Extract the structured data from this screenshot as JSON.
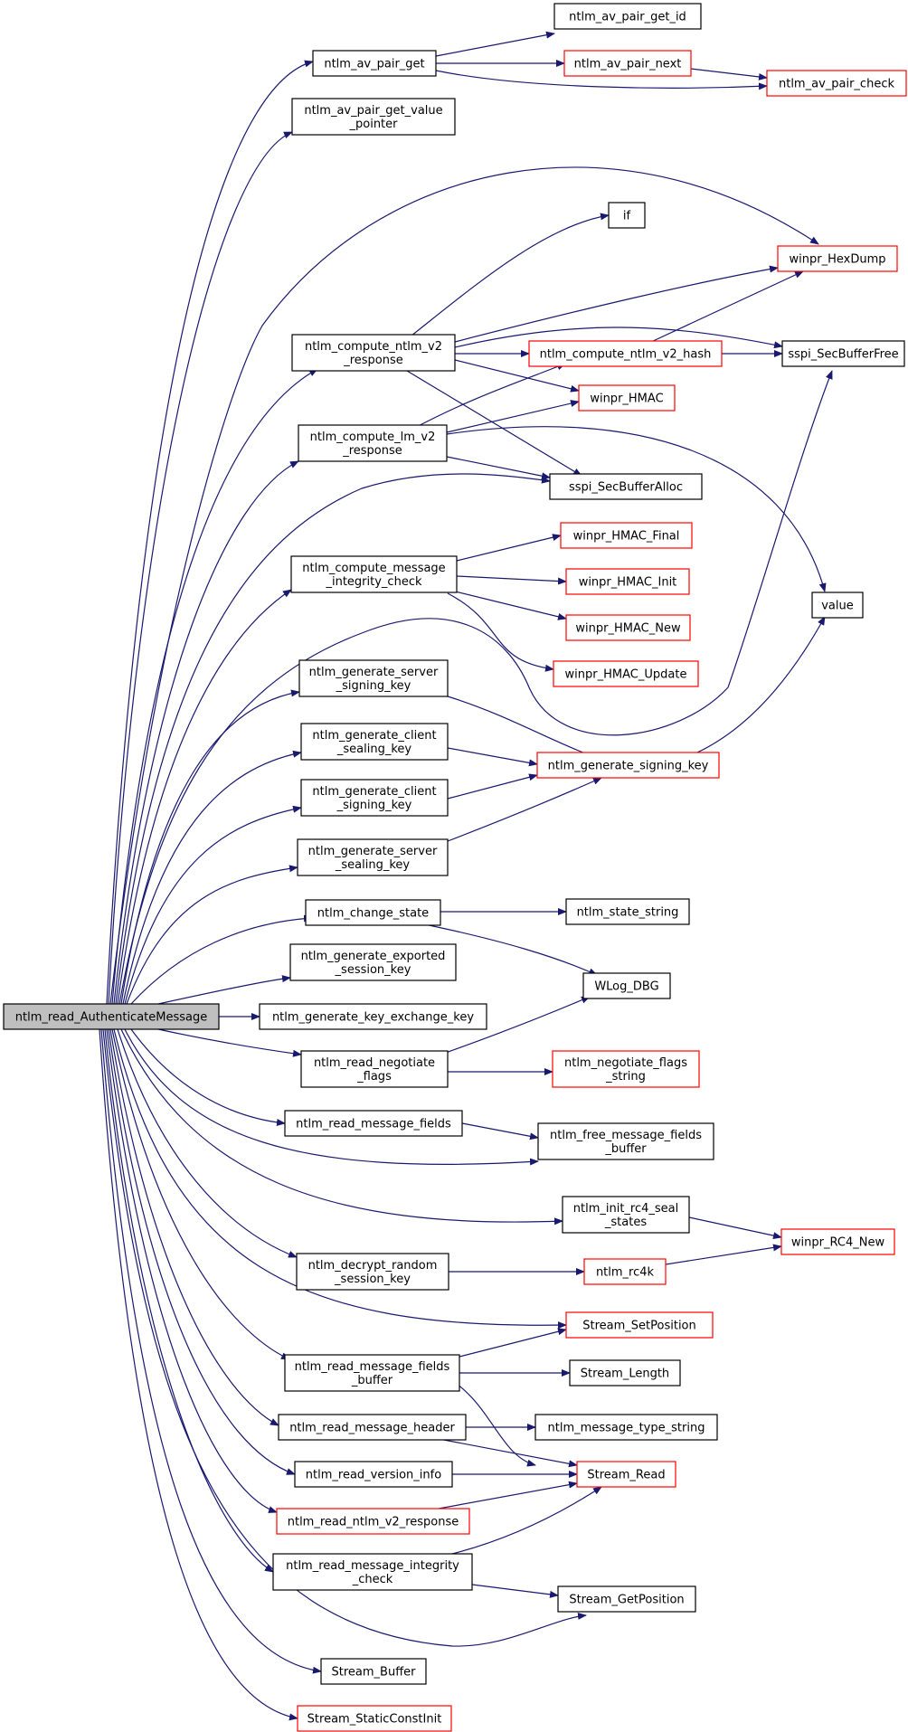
{
  "colors": {
    "edge": "#191970",
    "node_border_default": "#000000",
    "node_border_red": "#ff0000",
    "root_fill": "#bfbfbf"
  },
  "nodes": [
    {
      "id": "root",
      "name": "node-ntlm-read-authenticate-message",
      "label": [
        "ntlm_read_AuthenticateMessage"
      ],
      "style": "root"
    },
    {
      "id": "avget",
      "name": "node-ntlm-av-pair-get",
      "label": [
        "ntlm_av_pair_get"
      ],
      "style": "black"
    },
    {
      "id": "avid",
      "name": "node-ntlm-av-pair-get-id",
      "label": [
        "ntlm_av_pair_get_id"
      ],
      "style": "black"
    },
    {
      "id": "avnext",
      "name": "node-ntlm-av-pair-next",
      "label": [
        "ntlm_av_pair_next"
      ],
      "style": "red"
    },
    {
      "id": "avcheck",
      "name": "node-ntlm-av-pair-check",
      "label": [
        "ntlm_av_pair_check"
      ],
      "style": "red"
    },
    {
      "id": "avval",
      "name": "node-ntlm-av-pair-get-value-pointer",
      "label": [
        "ntlm_av_pair_get_value",
        "_pointer"
      ],
      "style": "black"
    },
    {
      "id": "ifn",
      "name": "node-if",
      "label": [
        "if"
      ],
      "style": "black"
    },
    {
      "id": "hexdump",
      "name": "node-winpr-hexdump",
      "label": [
        "winpr_HexDump"
      ],
      "style": "red"
    },
    {
      "id": "ntlmv2",
      "name": "node-ntlm-compute-ntlm-v2-response",
      "label": [
        "ntlm_compute_ntlm_v2",
        "_response"
      ],
      "style": "black"
    },
    {
      "id": "v2hash",
      "name": "node-ntlm-compute-ntlm-v2-hash",
      "label": [
        "ntlm_compute_ntlm_v2_hash"
      ],
      "style": "red"
    },
    {
      "id": "secfree",
      "name": "node-sspi-secbufferfree",
      "label": [
        "sspi_SecBufferFree"
      ],
      "style": "black"
    },
    {
      "id": "hmac",
      "name": "node-winpr-hmac",
      "label": [
        "winpr_HMAC"
      ],
      "style": "red"
    },
    {
      "id": "lmv2",
      "name": "node-ntlm-compute-lm-v2-response",
      "label": [
        "ntlm_compute_lm_v2",
        "_response"
      ],
      "style": "black"
    },
    {
      "id": "secalloc",
      "name": "node-sspi-secbufferalloc",
      "label": [
        "sspi_SecBufferAlloc"
      ],
      "style": "black"
    },
    {
      "id": "mic",
      "name": "node-ntlm-compute-message-integrity-check",
      "label": [
        "ntlm_compute_message",
        "_integrity_check"
      ],
      "style": "black"
    },
    {
      "id": "hfinal",
      "name": "node-winpr-hmac-final",
      "label": [
        "winpr_HMAC_Final"
      ],
      "style": "red"
    },
    {
      "id": "hinit",
      "name": "node-winpr-hmac-init",
      "label": [
        "winpr_HMAC_Init"
      ],
      "style": "red"
    },
    {
      "id": "hnew",
      "name": "node-winpr-hmac-new",
      "label": [
        "winpr_HMAC_New"
      ],
      "style": "red"
    },
    {
      "id": "hupdate",
      "name": "node-winpr-hmac-update",
      "label": [
        "winpr_HMAC_Update"
      ],
      "style": "red"
    },
    {
      "id": "value",
      "name": "node-value",
      "label": [
        "value"
      ],
      "style": "black"
    },
    {
      "id": "gss",
      "name": "node-ntlm-generate-server-signing-key",
      "label": [
        "ntlm_generate_server",
        "_signing_key"
      ],
      "style": "black"
    },
    {
      "id": "gcsl",
      "name": "node-ntlm-generate-client-sealing-key",
      "label": [
        "ntlm_generate_client",
        "_sealing_key"
      ],
      "style": "black"
    },
    {
      "id": "gsk",
      "name": "node-ntlm-generate-signing-key",
      "label": [
        "ntlm_generate_signing_key"
      ],
      "style": "red"
    },
    {
      "id": "gcsg",
      "name": "node-ntlm-generate-client-signing-key",
      "label": [
        "ntlm_generate_client",
        "_signing_key"
      ],
      "style": "black"
    },
    {
      "id": "gssl",
      "name": "node-ntlm-generate-server-sealing-key",
      "label": [
        "ntlm_generate_server",
        "_sealing_key"
      ],
      "style": "black"
    },
    {
      "id": "chstate",
      "name": "node-ntlm-change-state",
      "label": [
        "ntlm_change_state"
      ],
      "style": "black"
    },
    {
      "id": "statestr",
      "name": "node-ntlm-state-string",
      "label": [
        "ntlm_state_string"
      ],
      "style": "black"
    },
    {
      "id": "genexp",
      "name": "node-ntlm-generate-exported-session-key",
      "label": [
        "ntlm_generate_exported",
        "_session_key"
      ],
      "style": "black"
    },
    {
      "id": "wlog",
      "name": "node-wlog-dbg",
      "label": [
        "WLog_DBG"
      ],
      "style": "black"
    },
    {
      "id": "genkex",
      "name": "node-ntlm-generate-key-exchange-key",
      "label": [
        "ntlm_generate_key_exchange_key"
      ],
      "style": "black"
    },
    {
      "id": "rnegflags",
      "name": "node-ntlm-read-negotiate-flags",
      "label": [
        "ntlm_read_negotiate",
        "_flags"
      ],
      "style": "black"
    },
    {
      "id": "negstr",
      "name": "node-ntlm-negotiate-flags-string",
      "label": [
        "ntlm_negotiate_flags",
        "_string"
      ],
      "style": "red"
    },
    {
      "id": "rmsgf",
      "name": "node-ntlm-read-message-fields",
      "label": [
        "ntlm_read_message_fields"
      ],
      "style": "black"
    },
    {
      "id": "freemf",
      "name": "node-ntlm-free-message-fields-buffer",
      "label": [
        "ntlm_free_message_fields",
        "_buffer"
      ],
      "style": "black"
    },
    {
      "id": "initrc4",
      "name": "node-ntlm-init-rc4-seal-states",
      "label": [
        "ntlm_init_rc4_seal",
        "_states"
      ],
      "style": "black"
    },
    {
      "id": "rc4new",
      "name": "node-winpr-rc4-new",
      "label": [
        "winpr_RC4_New"
      ],
      "style": "red"
    },
    {
      "id": "decrypt",
      "name": "node-ntlm-decrypt-random-session-key",
      "label": [
        "ntlm_decrypt_random",
        "_session_key"
      ],
      "style": "black"
    },
    {
      "id": "rc4k",
      "name": "node-ntlm-rc4k",
      "label": [
        "ntlm_rc4k"
      ],
      "style": "red"
    },
    {
      "id": "setpos",
      "name": "node-stream-setposition",
      "label": [
        "Stream_SetPosition"
      ],
      "style": "red"
    },
    {
      "id": "rmsgfb",
      "name": "node-ntlm-read-message-fields-buffer",
      "label": [
        "ntlm_read_message_fields",
        "_buffer"
      ],
      "style": "black"
    },
    {
      "id": "slen",
      "name": "node-stream-length",
      "label": [
        "Stream_Length"
      ],
      "style": "black"
    },
    {
      "id": "rhdr",
      "name": "node-ntlm-read-message-header",
      "label": [
        "ntlm_read_message_header"
      ],
      "style": "black"
    },
    {
      "id": "mtstr",
      "name": "node-ntlm-message-type-string",
      "label": [
        "ntlm_message_type_string"
      ],
      "style": "black"
    },
    {
      "id": "rver",
      "name": "node-ntlm-read-version-info",
      "label": [
        "ntlm_read_version_info"
      ],
      "style": "black"
    },
    {
      "id": "sread",
      "name": "node-stream-read",
      "label": [
        "Stream_Read"
      ],
      "style": "red"
    },
    {
      "id": "rv2",
      "name": "node-ntlm-read-ntlm-v2-response",
      "label": [
        "ntlm_read_ntlm_v2_response"
      ],
      "style": "red"
    },
    {
      "id": "rmic",
      "name": "node-ntlm-read-message-integrity-check",
      "label": [
        "ntlm_read_message_integrity",
        "_check"
      ],
      "style": "black"
    },
    {
      "id": "getpos",
      "name": "node-stream-getposition",
      "label": [
        "Stream_GetPosition"
      ],
      "style": "black"
    },
    {
      "id": "sbuf",
      "name": "node-stream-buffer",
      "label": [
        "Stream_Buffer"
      ],
      "style": "black"
    },
    {
      "id": "sinit",
      "name": "node-stream-staticconstinit",
      "label": [
        "Stream_StaticConstInit"
      ],
      "style": "red"
    }
  ]
}
